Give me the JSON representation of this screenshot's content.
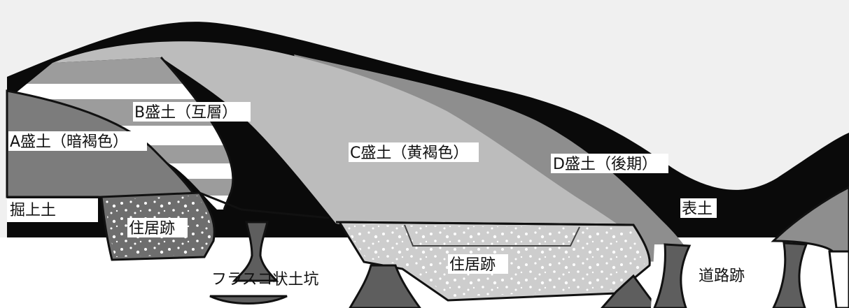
{
  "labels": {
    "a_mound": "A盛土（暗褐色）",
    "b_mound": "B盛土（互層）",
    "c_mound": "C盛土（黄褐色）",
    "d_mound": "D盛土（後期）",
    "topsoil": "表土",
    "excavated_soil": "掘上土",
    "dwelling_left": "住居跡",
    "dwelling_center": "住居跡",
    "flask_pit": "フラスコ状土坑",
    "road_remains": "道路跡"
  },
  "colors": {
    "background": "#ffffff",
    "sky": "#f0f0f0",
    "topsoil": "#0a0a0a",
    "a_mound": "#7c7c7c",
    "b_band_gray": "#9c9c9c",
    "b_band_white": "#ffffff",
    "c_mound": "#bcbcbc",
    "d_mound": "#8e8e8e",
    "dwelling_fill": "#6e6e6e",
    "dwelling_center_fill": "#cdcdcd",
    "pit_fill": "#5e5e5e",
    "outline": "#111111"
  }
}
